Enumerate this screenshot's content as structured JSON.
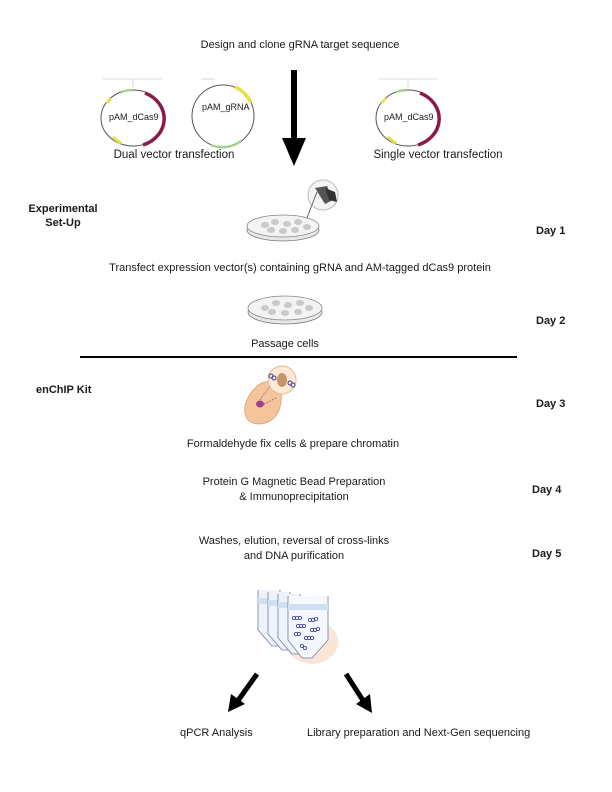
{
  "title": "Design and clone gRNA target sequence",
  "vectors": {
    "dual": {
      "plasmids": [
        "pAM_dCas9",
        "pAM_gRNA"
      ],
      "caption": "Dual vector transfection"
    },
    "single": {
      "plasmids": [
        "pAM_dCas9"
      ],
      "caption": "Single vector transfection"
    }
  },
  "sections": {
    "experimental": "Experimental\nSet-Up",
    "experimental_line1": "Experimental",
    "experimental_line2": "Set-Up",
    "kit": "enChIP Kit"
  },
  "steps": [
    {
      "day": "Day 1",
      "label": "Transfect expression vector(s) containing gRNA and AM-tagged dCas9 protein",
      "icon": "petri-dish-with-pipette-icon"
    },
    {
      "day": "Day 2",
      "label": "Passage cells",
      "icon": "petri-dish-icon"
    },
    {
      "day": "Day 3",
      "label": "Formaldehyde fix cells & prepare chromatin",
      "icon": "cell-chromatin-icon"
    },
    {
      "day": "Day 4",
      "label_line1": "Protein G Magnetic Bead Preparation",
      "label_line2": "& Immunoprecipitation"
    },
    {
      "day": "Day 5",
      "label_line1": "Washes, elution, reversal of cross-links",
      "label_line2": "and DNA purification",
      "icon": "tubes-icon"
    }
  ],
  "outcomes": {
    "left": "qPCR Analysis",
    "right": "Library preparation and Next-Gen sequencing"
  },
  "colors": {
    "cas9_arc": "#8b1a4a",
    "yellow_feature": "#e8e04a",
    "green_feature": "#a8d08d",
    "cell": "#f2b98a",
    "dna": "#3a3a9a",
    "tube_liquid": "#cfe0f0"
  }
}
